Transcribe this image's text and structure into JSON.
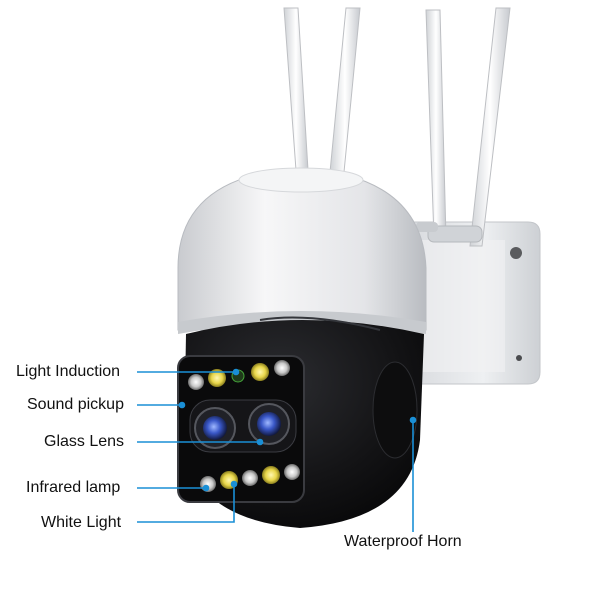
{
  "callouts": {
    "light_induction": "Light Induction",
    "sound_pickup": "Sound pickup",
    "glass_lens": "Glass Lens",
    "infrared_lamp": "Infrared lamp",
    "white_light": "White Light",
    "waterproof_horn": "Waterproof Horn"
  },
  "colors": {
    "callout_line": "#1a8fd6",
    "dome_silver": "#e9eaec",
    "body_black": "#121214",
    "led_yellow": "#e8d64a",
    "lens_blue": "#3a58c8"
  }
}
